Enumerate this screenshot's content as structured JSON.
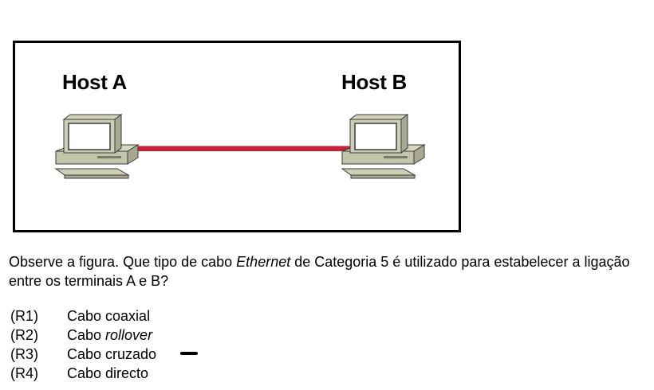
{
  "figure": {
    "host_a": {
      "label": "Host A",
      "icon": "desktop-computer-icon"
    },
    "host_b": {
      "label": "Host B",
      "icon": "desktop-computer-icon"
    },
    "cable_color": "#c3243c"
  },
  "question": {
    "before": "Observe a figura. Que tipo de cabo ",
    "emphasis": "Ethernet",
    "after": " de Categoria 5 é utilizado para estabelecer a ligação entre os terminais A e B?"
  },
  "options": [
    {
      "code": "(R1)",
      "text_before": "Cabo coaxial",
      "italic": "",
      "text_after": ""
    },
    {
      "code": "(R2)",
      "text_before": "Cabo ",
      "italic": "rollover",
      "text_after": ""
    },
    {
      "code": "(R3)",
      "text_before": "Cabo cruzado",
      "italic": "",
      "text_after": ""
    },
    {
      "code": "(R4)",
      "text_before": "Cabo directo",
      "italic": "",
      "text_after": ""
    }
  ],
  "answer_mark_option": "(R3)"
}
